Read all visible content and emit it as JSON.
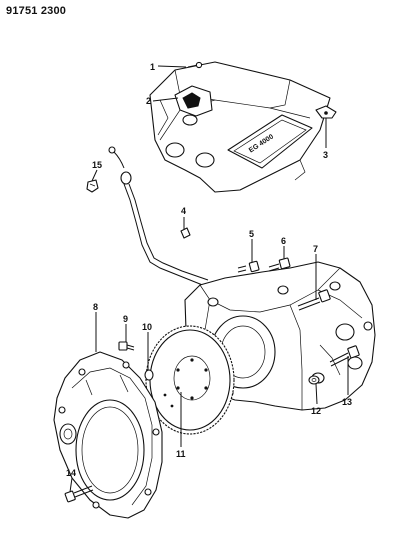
{
  "header": {
    "document_number": "91751 2300"
  },
  "callouts": [
    {
      "id": "1",
      "label": "1"
    },
    {
      "id": "2",
      "label": "2"
    },
    {
      "id": "3",
      "label": "3"
    },
    {
      "id": "4",
      "label": "4"
    },
    {
      "id": "5",
      "label": "5"
    },
    {
      "id": "6",
      "label": "6"
    },
    {
      "id": "7",
      "label": "7"
    },
    {
      "id": "8",
      "label": "8"
    },
    {
      "id": "9",
      "label": "9"
    },
    {
      "id": "10",
      "label": "10"
    },
    {
      "id": "11",
      "label": "11"
    },
    {
      "id": "12",
      "label": "12"
    },
    {
      "id": "13",
      "label": "13"
    },
    {
      "id": "14",
      "label": "14"
    },
    {
      "id": "15",
      "label": "15"
    }
  ],
  "manifold_marking": "EG 4000"
}
